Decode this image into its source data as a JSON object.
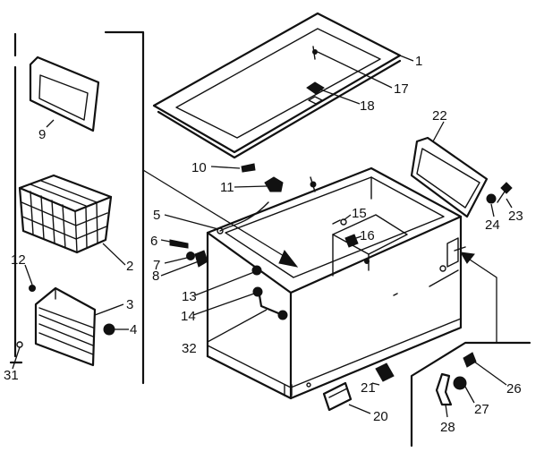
{
  "callouts": [
    {
      "id": "c1",
      "text": "1"
    },
    {
      "id": "c2",
      "text": "2"
    },
    {
      "id": "c3",
      "text": "3"
    },
    {
      "id": "c4",
      "text": "4"
    },
    {
      "id": "c5",
      "text": "5"
    },
    {
      "id": "c6",
      "text": "6"
    },
    {
      "id": "c7",
      "text": "7"
    },
    {
      "id": "c8",
      "text": "8"
    },
    {
      "id": "c9",
      "text": "9"
    },
    {
      "id": "c10",
      "text": "10"
    },
    {
      "id": "c11",
      "text": "11"
    },
    {
      "id": "c12",
      "text": "12"
    },
    {
      "id": "c13",
      "text": "13"
    },
    {
      "id": "c14",
      "text": "14"
    },
    {
      "id": "c15",
      "text": "15"
    },
    {
      "id": "c16",
      "text": "16"
    },
    {
      "id": "c17",
      "text": "17"
    },
    {
      "id": "c18",
      "text": "18"
    },
    {
      "id": "c20",
      "text": "20"
    },
    {
      "id": "c21",
      "text": "21"
    },
    {
      "id": "c22",
      "text": "22"
    },
    {
      "id": "c23",
      "text": "23"
    },
    {
      "id": "c24",
      "text": "24"
    },
    {
      "id": "c26",
      "text": "26"
    },
    {
      "id": "c27",
      "text": "27"
    },
    {
      "id": "c28",
      "text": "28"
    },
    {
      "id": "c31",
      "text": "31"
    },
    {
      "id": "c32",
      "text": "32"
    }
  ]
}
